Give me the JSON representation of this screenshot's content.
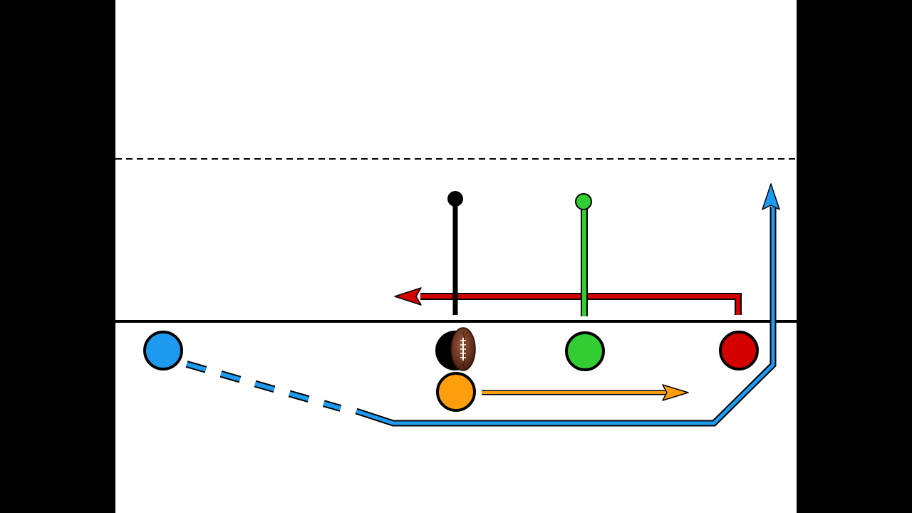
{
  "colors": {
    "letterbox": "#000000",
    "field": "#ffffff",
    "line_of_scrimmage": "#000000",
    "first_down_line": "#000000",
    "center": "#000000",
    "left_receiver": "#1e9bf0",
    "right_guard": "#33cc33",
    "right_receiver": "#d40000",
    "running_back": "#ff9e0d",
    "football": "#6b3420",
    "football_laces": "#ffffff"
  },
  "players": [
    {
      "id": "left-receiver",
      "color_key": "left_receiver"
    },
    {
      "id": "center",
      "color_key": "center"
    },
    {
      "id": "right-guard",
      "color_key": "right_guard"
    },
    {
      "id": "right-receiver",
      "color_key": "right_receiver"
    },
    {
      "id": "running-back",
      "color_key": "running_back"
    }
  ],
  "routes": [
    {
      "player": "left-receiver",
      "style": "dashed-then-solid",
      "end": "arrow"
    },
    {
      "player": "center",
      "style": "solid",
      "end": "dot"
    },
    {
      "player": "right-guard",
      "style": "solid",
      "end": "dot"
    },
    {
      "player": "right-receiver",
      "style": "solid",
      "end": "arrow"
    },
    {
      "player": "running-back",
      "style": "solid",
      "end": "arrow"
    }
  ],
  "icons": {
    "ball": "football-icon"
  }
}
